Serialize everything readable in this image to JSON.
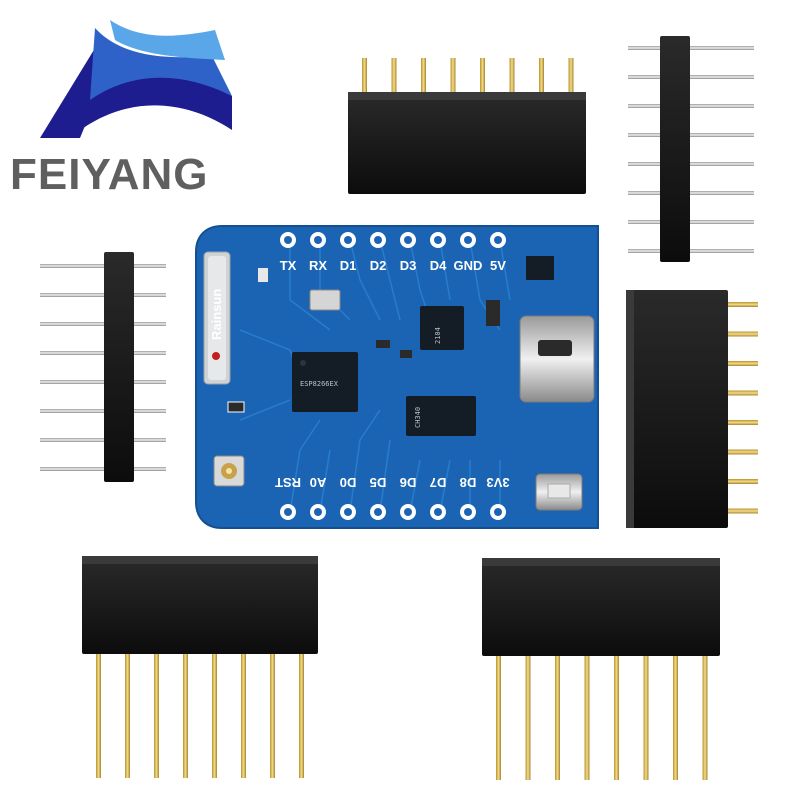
{
  "brand": {
    "name": "FEIYANG",
    "logo_colors": [
      "#1d1d8f",
      "#2f62c8",
      "#59a7e8"
    ]
  },
  "board": {
    "pcb_color": "#1b64b4",
    "antenna_label": "Rainsun",
    "top_pins": [
      "TX",
      "RX",
      "D1",
      "D2",
      "D3",
      "D4",
      "GND",
      "5V"
    ],
    "bottom_pins": [
      "RST",
      "A0",
      "D0",
      "D5",
      "D6",
      "D7",
      "D8",
      "3V3"
    ],
    "mcu_marking": "ESP8266EX",
    "usb_chip_marking": "CH340",
    "reg_marking": "2104"
  },
  "headers": {
    "female_count": 4,
    "male_count": 2,
    "pins_per_header": 8
  }
}
